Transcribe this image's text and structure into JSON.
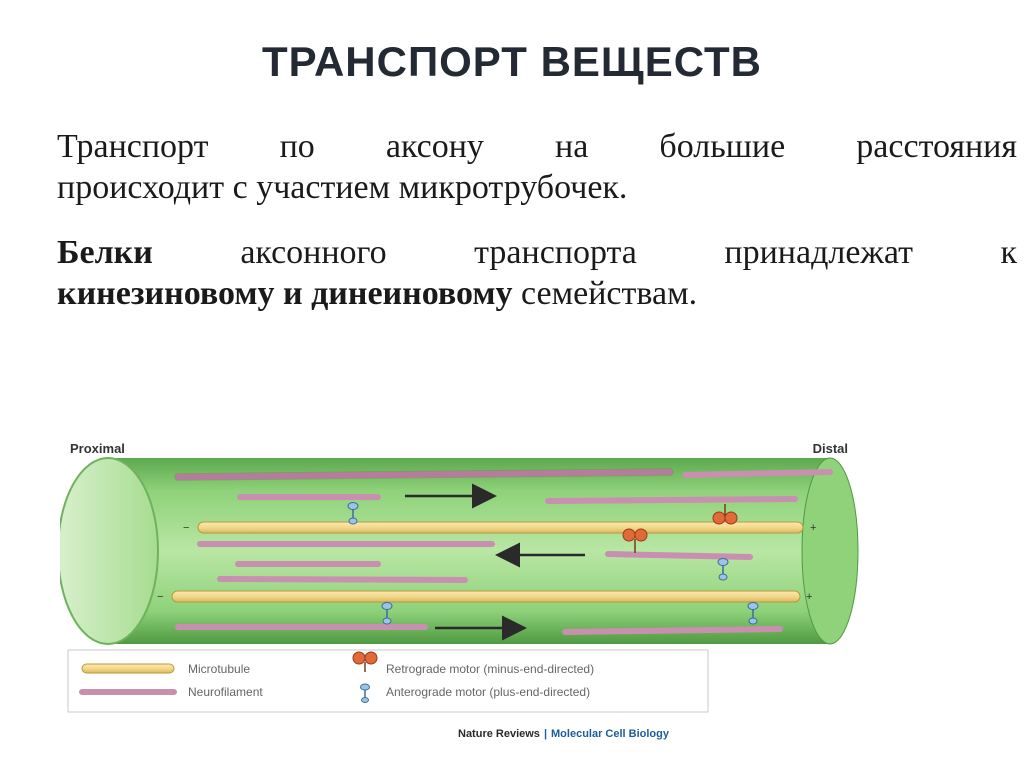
{
  "slide": {
    "title": "ТРАНСПОРТ ВЕЩЕСТВ",
    "paragraph1": {
      "line1_words": [
        "Транспорт",
        "по",
        "аксону",
        "на",
        "большие",
        "расстояния"
      ],
      "line2": "происходит с участием микротрубочек."
    },
    "paragraph2": {
      "line1_bold": "Белки",
      "line1_words": [
        "аксонного",
        "транспорта",
        "принадлежат",
        "к"
      ],
      "line2_bold": "кинезиновому и динеиновому",
      "line2_rest": " семействам."
    }
  },
  "diagram": {
    "label_proximal": "Proximal",
    "label_distal": "Distal",
    "minus_sign": "−",
    "plus_sign": "+",
    "legend": {
      "microtubule": "Microtubule",
      "neurofilament": "Neurofilament",
      "retrograde": "Retrograde motor (minus-end-directed)",
      "anterograde": "Anterograde motor (plus-end-directed)"
    },
    "credit_journal": "Nature Reviews",
    "credit_separator": "|",
    "credit_section": "Molecular Cell Biology",
    "colors": {
      "axon_green": "#8fd27a",
      "axon_dark": "#5da84e",
      "microtubule_fill": "#f4d88a",
      "microtubule_stroke": "#b89a3a",
      "neurofilament_fill": "#c98fb0",
      "neurofilament_stroke": "#8e5877",
      "retrograde_motor": "#e06a3a",
      "anterograde_motor": "#9cc4e6",
      "credit_blue": "#1d5d9c"
    }
  }
}
